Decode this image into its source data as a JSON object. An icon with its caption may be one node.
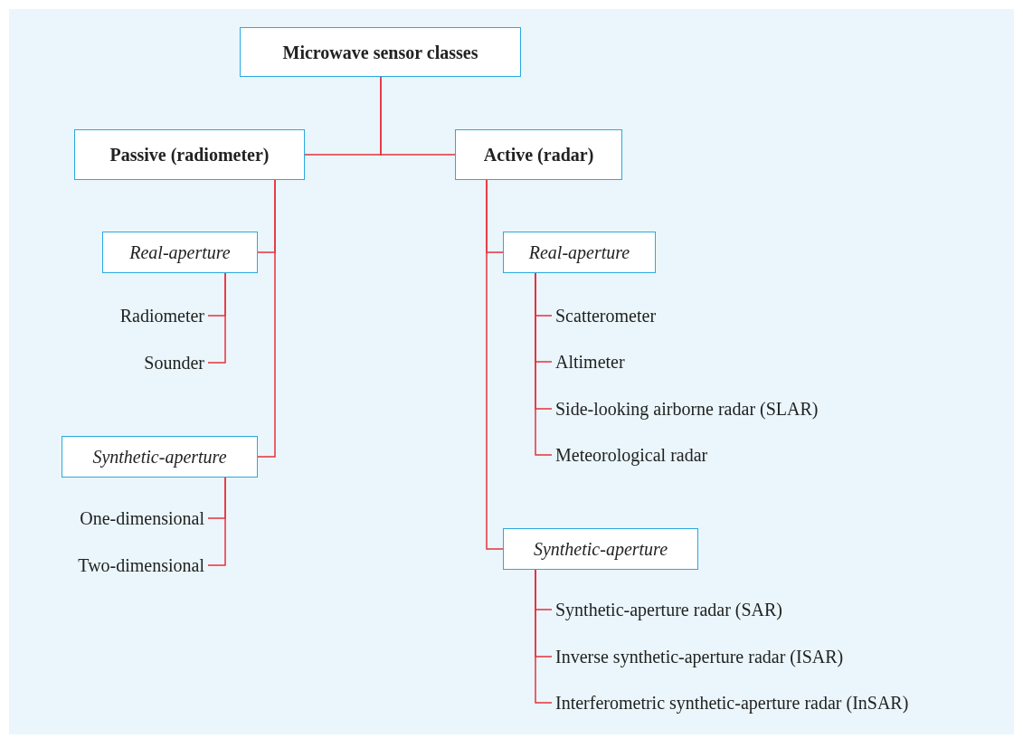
{
  "diagram": {
    "nodes": [
      {
        "text": [
          "Microwave sensor classes"
        ]
      },
      {
        "text": [
          "Passive (radiometer)"
        ]
      },
      {
        "text": [
          "Active (radar)"
        ]
      },
      {
        "text": [
          "Real-aperture"
        ]
      },
      {
        "text": [
          "Radiometer"
        ]
      },
      {
        "text": [
          "Sounder"
        ]
      },
      {
        "text": [
          "Synthetic-aperture"
        ]
      },
      {
        "text": [
          "One-dimensional"
        ]
      },
      {
        "text": [
          "Two-dimensional"
        ]
      },
      {
        "text": [
          "Real-aperture"
        ]
      },
      {
        "text": [
          "Scatterometer"
        ]
      },
      {
        "text": [
          "Altimeter"
        ]
      },
      {
        "text": [
          "Side-looking airborne radar (SLAR)"
        ]
      },
      {
        "text": [
          "Meteorological radar"
        ]
      },
      {
        "text": [
          "Synthetic-aperture"
        ]
      },
      {
        "text": [
          "Synthetic-aperture radar (SAR)"
        ]
      },
      {
        "text": [
          "Inverse synthetic-aperture radar (ISAR)"
        ]
      },
      {
        "text": [
          "Interferometric synthetic-aperture radar (InSAR)"
        ]
      }
    ],
    "edges": [
      {
        "from": 0,
        "to": 1,
        "arrow": "none"
      },
      {
        "from": 0,
        "to": 2,
        "arrow": "none"
      },
      {
        "from": 1,
        "to": 3,
        "arrow": "none"
      },
      {
        "from": 1,
        "to": 6,
        "arrow": "none"
      },
      {
        "from": 3,
        "to": 4,
        "arrow": "none"
      },
      {
        "from": 3,
        "to": 5,
        "arrow": "none"
      },
      {
        "from": 6,
        "to": 7,
        "arrow": "none"
      },
      {
        "from": 6,
        "to": 8,
        "arrow": "none"
      },
      {
        "from": 2,
        "to": 9,
        "arrow": "none"
      },
      {
        "from": 2,
        "to": 14,
        "arrow": "none"
      },
      {
        "from": 9,
        "to": 10,
        "arrow": "none"
      },
      {
        "from": 9,
        "to": 11,
        "arrow": "none"
      },
      {
        "from": 9,
        "to": 12,
        "arrow": "none"
      },
      {
        "from": 9,
        "to": 13,
        "arrow": "none"
      },
      {
        "from": 14,
        "to": 15,
        "arrow": "none"
      },
      {
        "from": 14,
        "to": 16,
        "arrow": "none"
      },
      {
        "from": 14,
        "to": 17,
        "arrow": "none"
      }
    ]
  }
}
